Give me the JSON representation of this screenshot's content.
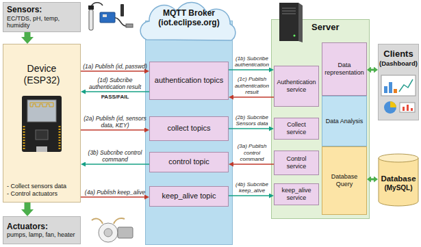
{
  "diagram": {
    "nodes": [
      {
        "text": [
          "Sensors:",
          "EC/TDS, pH, temp, humidity"
        ]
      },
      {
        "text": [
          "Device (ESP32)",
          "- Collect sensors data",
          "- Control actuators"
        ]
      },
      {
        "text": [
          "Actuators:",
          "pumps, lamp, fan, heater"
        ]
      },
      {
        "text": [
          "MQTT Broker (iot.eclipse.org)"
        ]
      },
      {
        "text": [
          "authentication topics"
        ],
        "in": 3
      },
      {
        "text": [
          "collect topics"
        ],
        "in": 3
      },
      {
        "text": [
          "control topic"
        ],
        "in": 3
      },
      {
        "text": [
          "keep_alive topic"
        ],
        "in": 3
      },
      {
        "text": [
          "Server"
        ]
      },
      {
        "text": [
          "Authentication service"
        ],
        "in": 8
      },
      {
        "text": [
          "Collect service"
        ],
        "in": 8
      },
      {
        "text": [
          "Control service"
        ],
        "in": 8
      },
      {
        "text": [
          "keep_alive service"
        ],
        "in": 8
      },
      {
        "text": [
          "Data representation"
        ],
        "in": 8
      },
      {
        "text": [
          "Data Analysis"
        ],
        "in": 8
      },
      {
        "text": [
          "Database Query"
        ],
        "in": 8
      },
      {
        "text": [
          "Clients",
          "(Dashboard)"
        ]
      },
      {
        "text": [
          "Database",
          "(MySQL)"
        ]
      }
    ],
    "edges": [
      {
        "from": 0,
        "to": 1,
        "arrow": "to"
      },
      {
        "from": 1,
        "to": 2,
        "arrow": "to"
      },
      {
        "from": 1,
        "to": 4,
        "label": "(1a) Publish (id, passwd)",
        "arrow": "to"
      },
      {
        "from": 4,
        "to": 9,
        "label": "(1b) Subcribe authentication",
        "arrow": "to"
      },
      {
        "from": 9,
        "to": 4,
        "label": "(1c) Publish authentication result",
        "arrow": "to"
      },
      {
        "from": 4,
        "to": 1,
        "label": "(1d) Subcribe authentication result",
        "arrow": "to"
      },
      {
        "from": 1,
        "to": 5,
        "label": "(2a) Publish (id, sensors data, KEY)",
        "arrow": "to"
      },
      {
        "from": 5,
        "to": 10,
        "label": "(2b) Subcribe Sensors data",
        "arrow": "to"
      },
      {
        "from": 11,
        "to": 6,
        "label": "(3a) Publish control command",
        "arrow": "to"
      },
      {
        "from": 6,
        "to": 1,
        "label": "(3b) Subcribe control command",
        "arrow": "to"
      },
      {
        "from": 1,
        "to": 7,
        "label": "(4a) Publish keep_alive",
        "arrow": "to"
      },
      {
        "from": 7,
        "to": 12,
        "label": "(4b) Subcribe keep_alive",
        "arrow": "to"
      },
      {
        "from": 16,
        "to": 13,
        "arrow": "both"
      },
      {
        "from": 17,
        "to": 15,
        "arrow": "both"
      }
    ],
    "labels": [
      "PASS/FAIL"
    ]
  }
}
